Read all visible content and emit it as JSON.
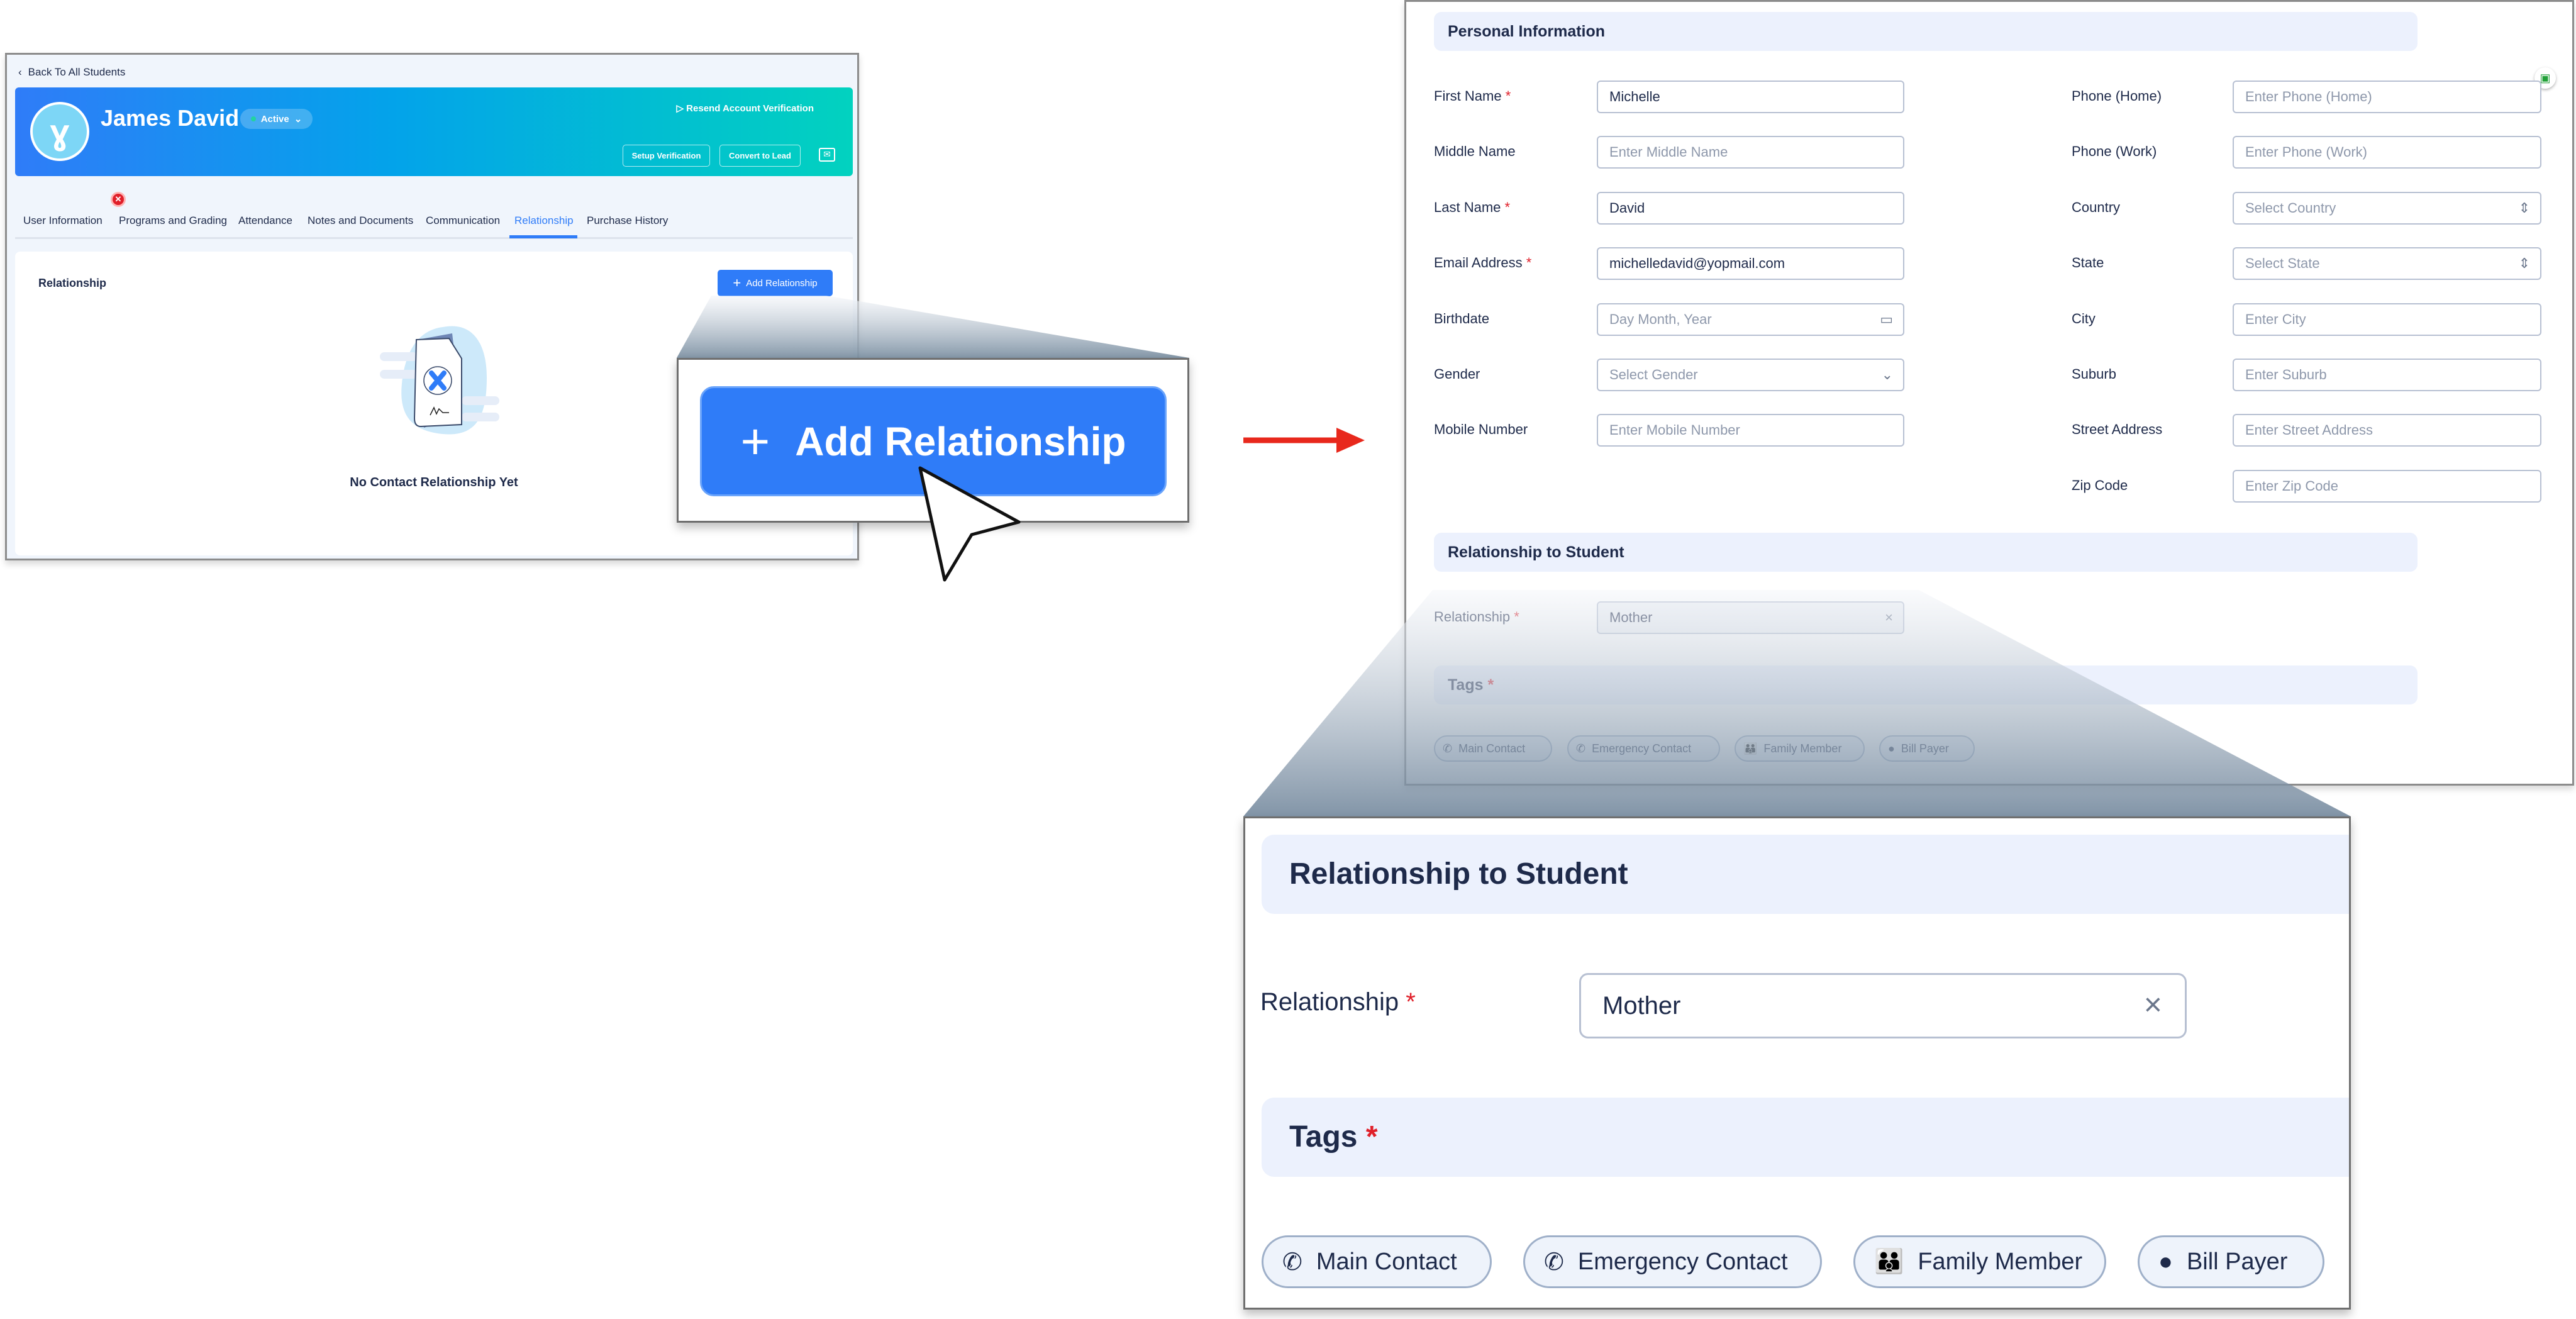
{
  "student_page": {
    "back_link": "Back To All Students",
    "student_name": "James David",
    "status": "Active",
    "resend_verification": "Resend Account Verification",
    "setup_verification": "Setup Verification",
    "convert_to_lead": "Convert to Lead",
    "tabs": [
      "User Information",
      "Programs and Grading",
      "Attendance",
      "Notes and Documents",
      "Communication",
      "Relationship",
      "Purchase History"
    ],
    "active_tab": "Relationship",
    "card_title": "Relationship",
    "add_button": "Add Relationship",
    "empty_text": "No Contact Relationship Yet"
  },
  "callout_button": {
    "label": "Add Relationship"
  },
  "form": {
    "personal_header": "Personal Information",
    "left_fields": [
      {
        "label": "First Name",
        "required": true,
        "value": "Michelle",
        "placeholder": ""
      },
      {
        "label": "Middle Name",
        "required": false,
        "value": "",
        "placeholder": "Enter Middle Name"
      },
      {
        "label": "Last Name",
        "required": true,
        "value": "David",
        "placeholder": ""
      },
      {
        "label": "Email Address",
        "required": true,
        "value": "michelledavid@yopmail.com",
        "placeholder": ""
      },
      {
        "label": "Birthdate",
        "required": false,
        "value": "",
        "placeholder": "Day Month, Year",
        "icon": "calendar-icon"
      },
      {
        "label": "Gender",
        "required": false,
        "value": "",
        "placeholder": "Select Gender",
        "icon": "chevron-down-icon"
      },
      {
        "label": "Mobile Number",
        "required": false,
        "value": "",
        "placeholder": "Enter Mobile Number"
      }
    ],
    "right_fields": [
      {
        "label": "Phone (Home)",
        "placeholder": "Enter Phone (Home)"
      },
      {
        "label": "Phone (Work)",
        "placeholder": "Enter Phone (Work)"
      },
      {
        "label": "Country",
        "placeholder": "Select Country",
        "icon": "updown-icon"
      },
      {
        "label": "State",
        "placeholder": "Select State",
        "icon": "updown-icon"
      },
      {
        "label": "City",
        "placeholder": "Enter City"
      },
      {
        "label": "Suburb",
        "placeholder": "Enter Suburb"
      },
      {
        "label": "Street Address",
        "placeholder": "Enter Street Address"
      },
      {
        "label": "Zip Code",
        "placeholder": "Enter Zip Code"
      }
    ],
    "relationship_header": "Relationship to Student",
    "relationship_label": "Relationship",
    "relationship_value": "Mother",
    "required_mark": "*",
    "tags_header": "Tags",
    "tags": [
      {
        "label": "Main Contact",
        "icon": "phone-icon"
      },
      {
        "label": "Emergency Contact",
        "icon": "phone-icon"
      },
      {
        "label": "Family Member",
        "icon": "family-icon"
      },
      {
        "label": "Bill Payer",
        "icon": "person-icon"
      }
    ]
  },
  "colors": {
    "accent": "#2f7cf8",
    "arrow": "#e8281c",
    "required": "#e0202a"
  }
}
